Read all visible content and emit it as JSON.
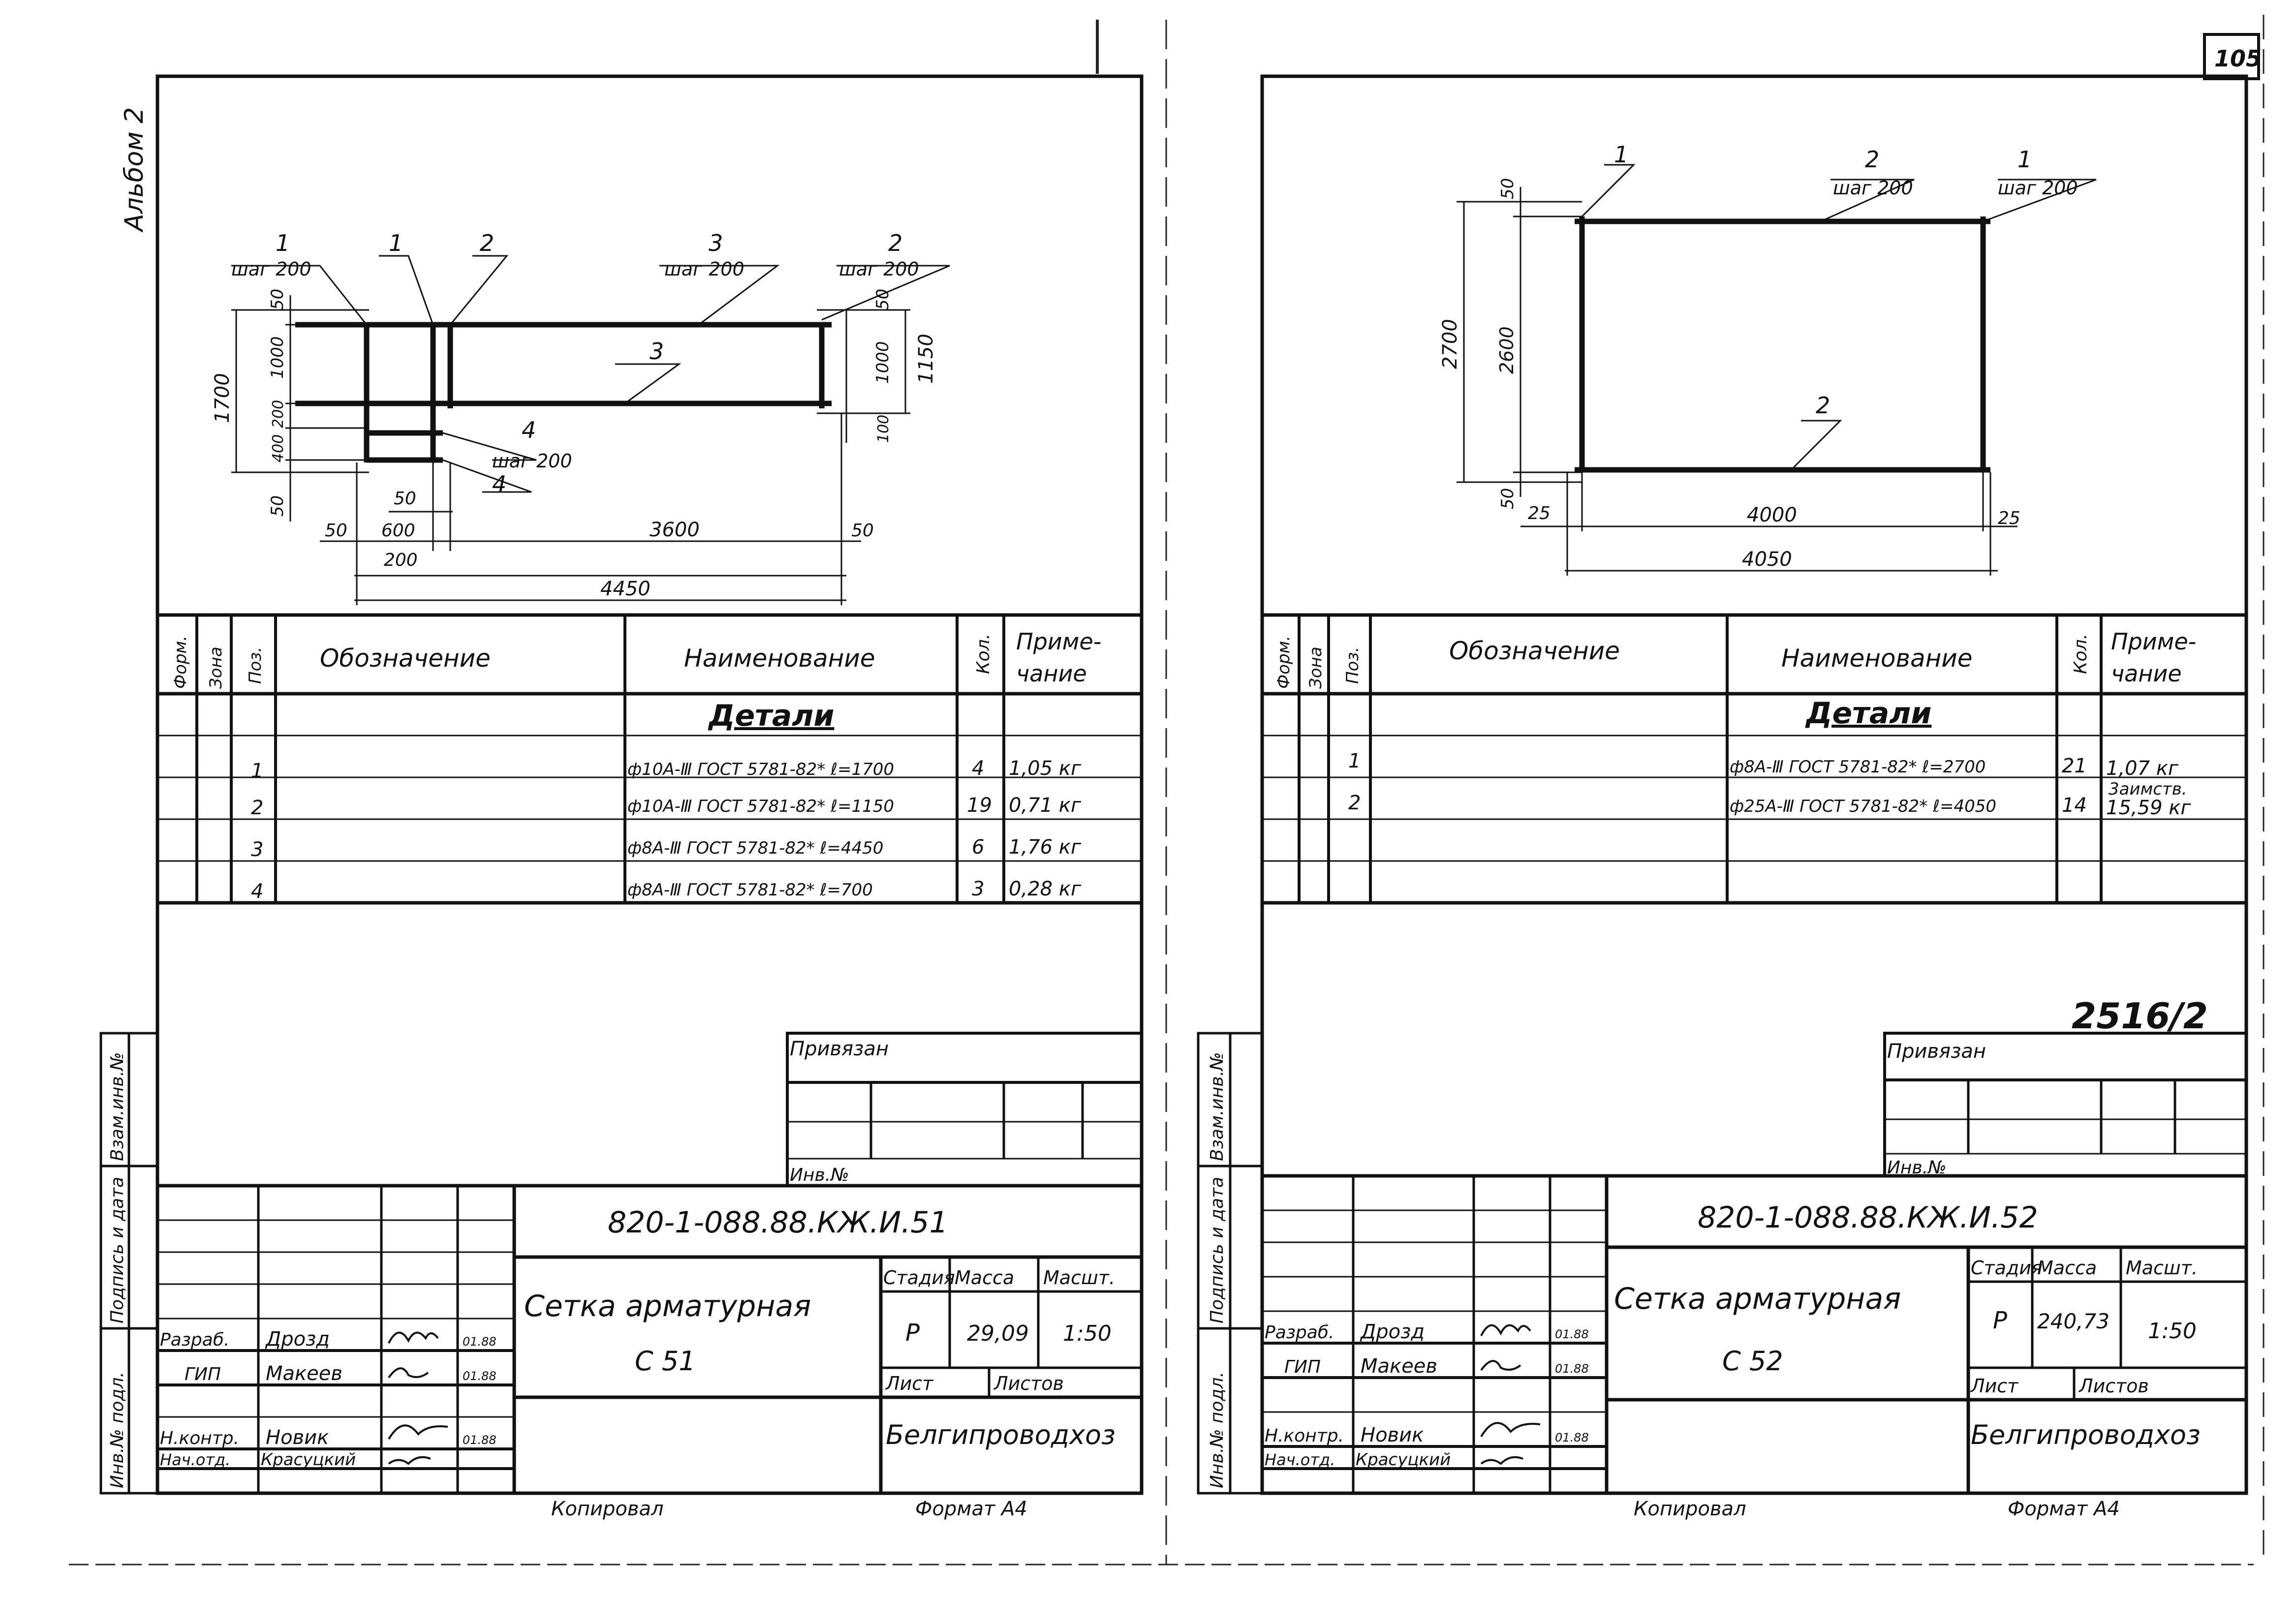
{
  "page": {
    "page_number": "105",
    "album_label": "Альбом 2",
    "copied_label": "Копировал",
    "format_label": "Формат А4"
  },
  "spec_headers": {
    "format": "Форм.",
    "zone": "Зона",
    "pos": "Поз.",
    "designation": "Обозначение",
    "name": "Наименование",
    "qty": "Кол.",
    "note_line1": "Приме-",
    "note_line2": "чание",
    "section": "Детали"
  },
  "side_stamp": {
    "vzam": "Взам.инв.№",
    "podpis": "Подпись и дата",
    "inv": "Инв.№ подл."
  },
  "title_block_labels": {
    "privyazan": "Привязан",
    "inv_no": "Инв.№",
    "stage": "Стадия",
    "mass": "Масса",
    "scale": "Масшт.",
    "sheet": "Лист",
    "sheets": "Листов",
    "razrab": "Разраб.",
    "gip": "ГИП",
    "nkontr": "Н.контр.",
    "nachotd": "Нач.отд.",
    "organization": "Белгипроводхоз"
  },
  "people": {
    "razrab_name": "Дрозд",
    "gip_name": "Макеев",
    "nkontr_name": "Новик",
    "nachotd_name": "Красуцкий"
  },
  "sheet_left": {
    "drawing_code": "820-1-088.88.КЖ.И.51",
    "title_line1": "Сетка арматурная",
    "title_line2": "С 51",
    "stage": "Р",
    "mass": "29,09",
    "scale": "1:50",
    "dates": [
      "01.88",
      "01.88",
      "01.88"
    ],
    "labels": {
      "pos1": "1",
      "pos2": "2",
      "pos3": "3",
      "pos4": "4",
      "shag": "шаг 200",
      "d50a": "50",
      "d1000": "1000",
      "d200": "200",
      "d400": "400",
      "d50b": "50",
      "d1700": "1700",
      "d1150": "1150",
      "d1000r": "1000",
      "d100": "100",
      "d50r": "50",
      "d50i": "50",
      "d600": "600",
      "d200b": "200",
      "d3600": "3600",
      "d50e": "50",
      "d4450": "4450",
      "d50c": "50"
    },
    "rows": [
      {
        "pos": "1",
        "name": "ф10А-Ⅲ ГОСТ 5781-82* ℓ=1700",
        "qty": "4",
        "note": "1,05 кг"
      },
      {
        "pos": "2",
        "name": "ф10А-Ⅲ ГОСТ 5781-82*  ℓ=1150",
        "qty": "19",
        "note": "0,71 кг"
      },
      {
        "pos": "3",
        "name": "ф8А-Ⅲ ГОСТ 5781-82*  ℓ=4450",
        "qty": "6",
        "note": "1,76 кг"
      },
      {
        "pos": "4",
        "name": "ф8А-Ⅲ ГОСТ 5781-82*  ℓ=700",
        "qty": "3",
        "note": "0,28 кг"
      }
    ]
  },
  "sheet_right": {
    "drawing_code": "820-1-088.88.КЖ.И.52",
    "title_line1": "Сетка арматурная",
    "title_line2": "С 52",
    "stage": "Р",
    "mass": "240,73",
    "scale": "1:50",
    "stamp_number": "2516/2",
    "dates": [
      "01.88",
      "01.88",
      "01.88"
    ],
    "labels": {
      "pos1": "1",
      "pos2": "2",
      "pos2b": "2",
      "pos1b": "1",
      "shag": "шаг 200",
      "d50a": "50",
      "d2700": "2700",
      "d2600": "2600",
      "d50b": "50",
      "d25a": "25",
      "d4000": "4000",
      "d25b": "25",
      "d4050": "4050"
    },
    "rows": [
      {
        "pos": "1",
        "name": "ф8А-Ⅲ ГОСТ 5781-82* ℓ=2700",
        "qty": "21",
        "note": "1,07 кг"
      },
      {
        "pos": "2",
        "name": "ф25А-Ⅲ ГОСТ 5781-82* ℓ=4050",
        "qty": "14",
        "note": "15,59 кг",
        "note_top": "3аимств."
      }
    ]
  }
}
